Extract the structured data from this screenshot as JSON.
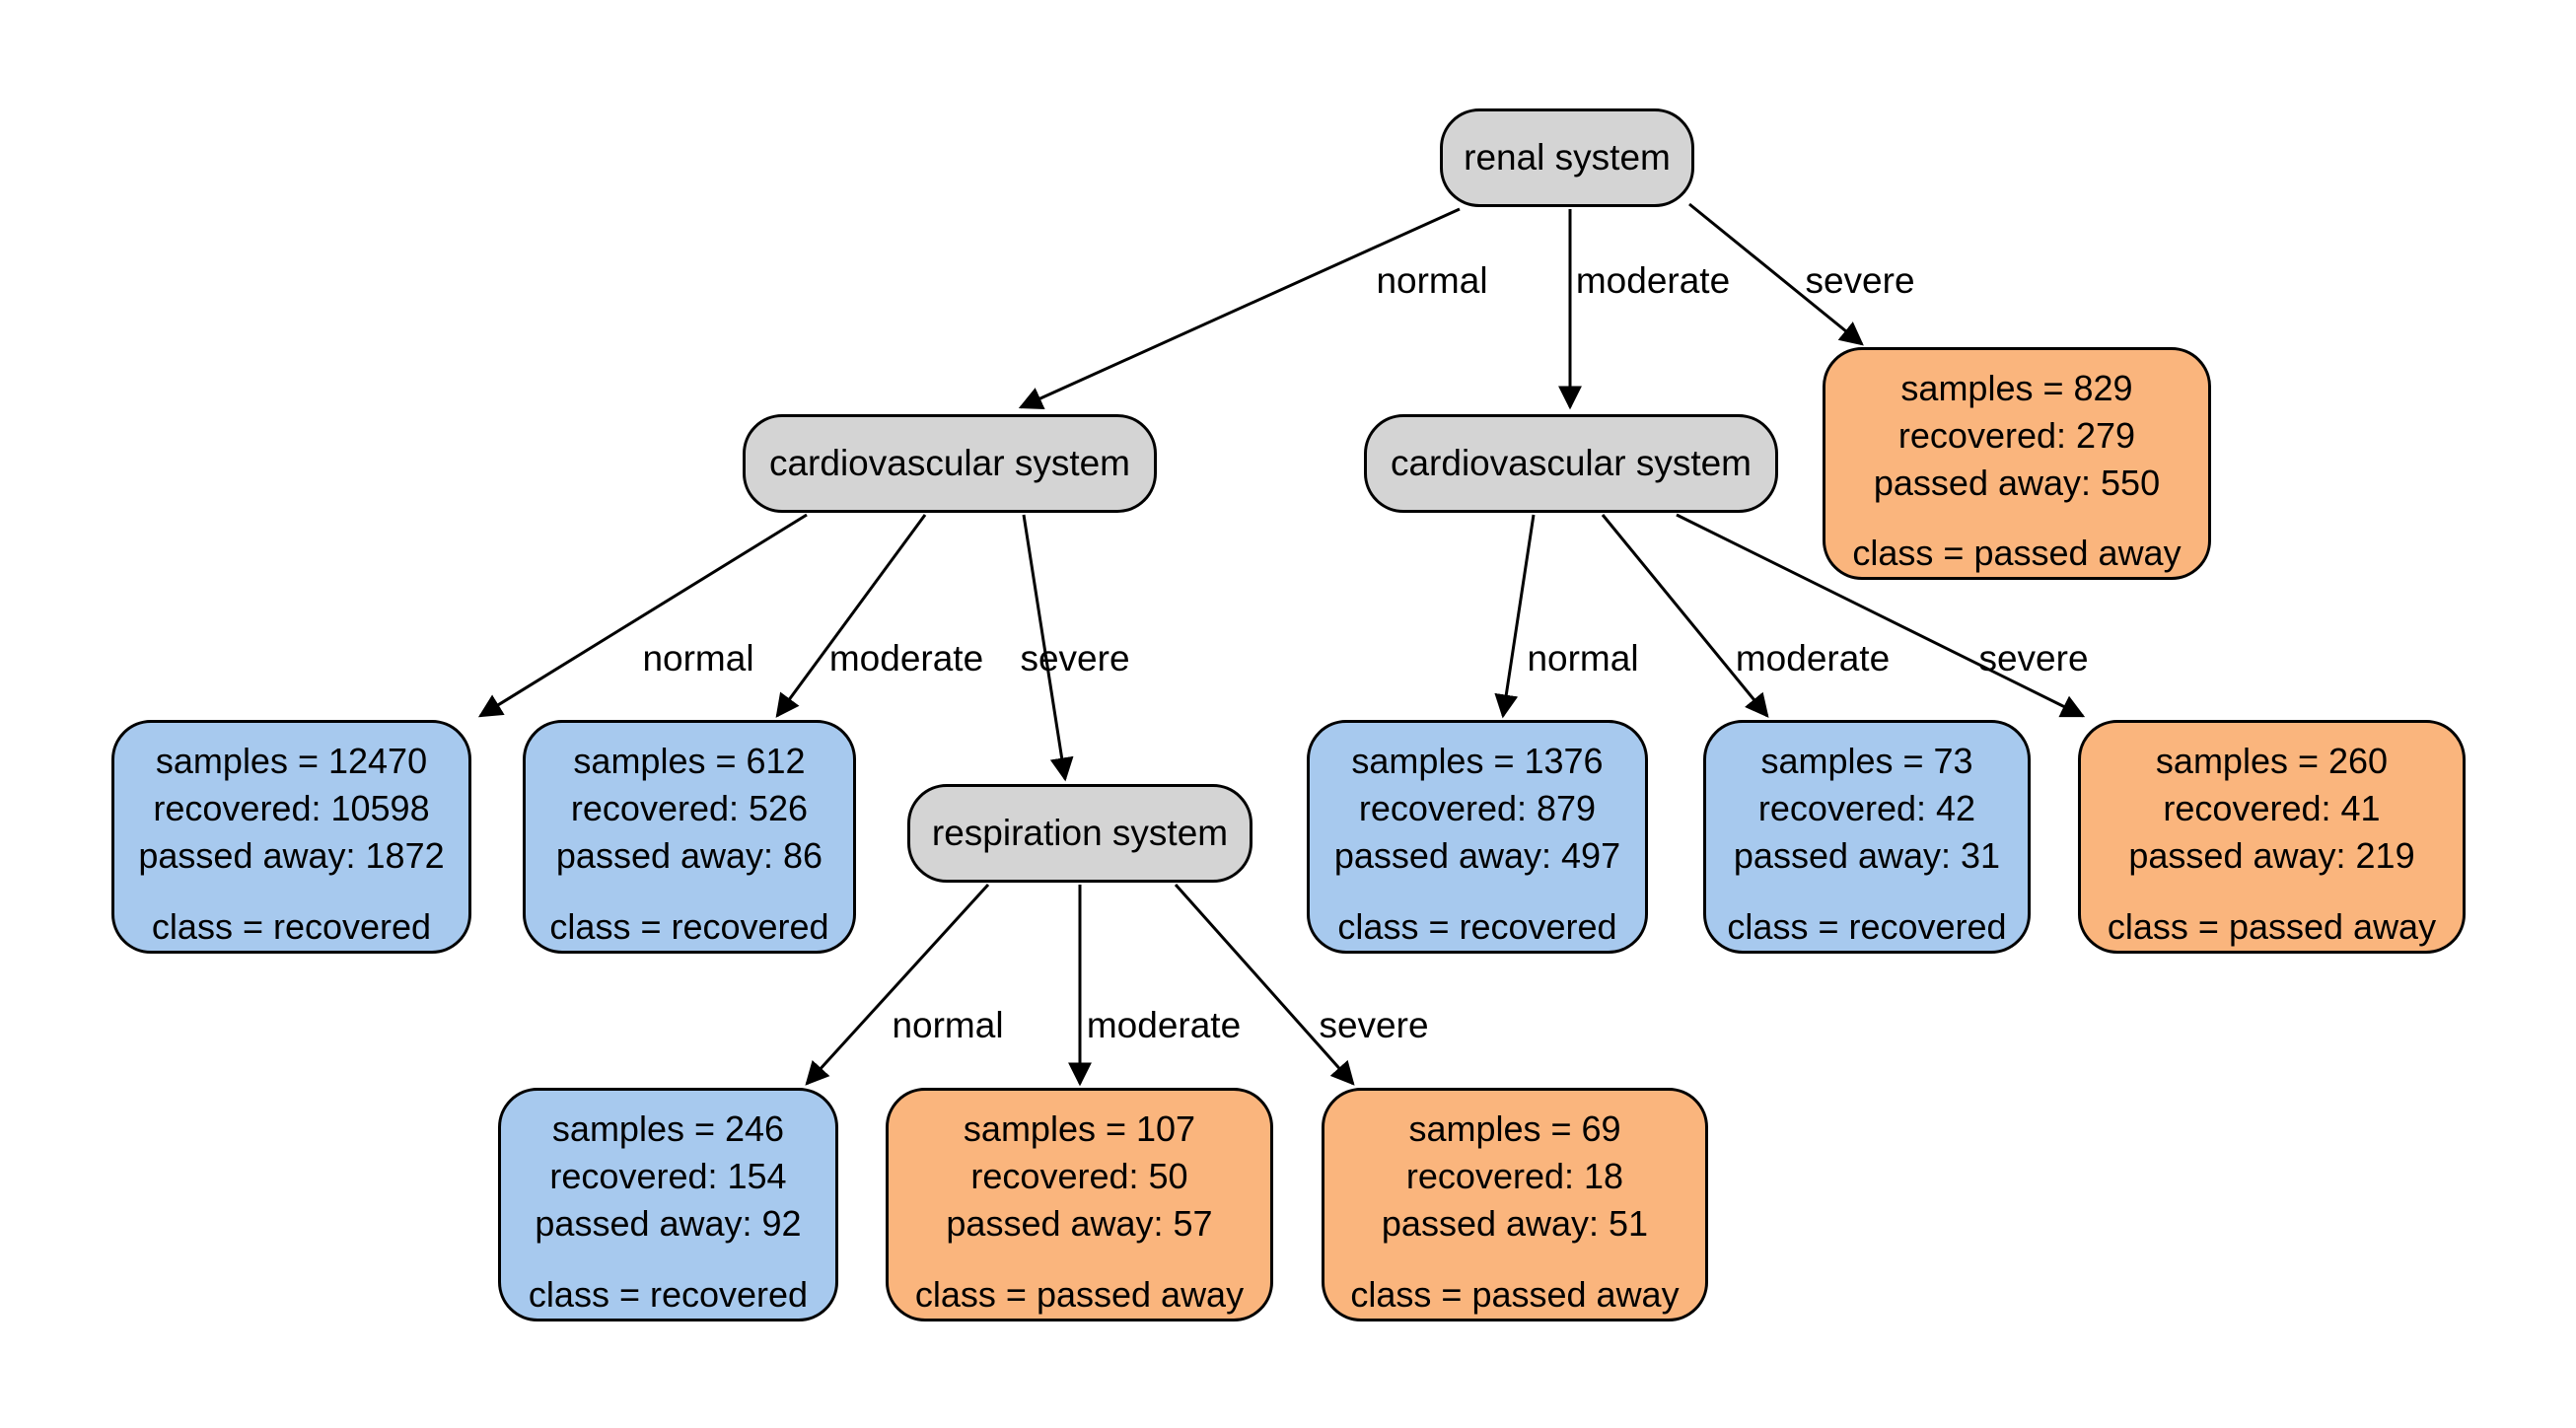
{
  "diagram": {
    "type": "decision-tree",
    "colors": {
      "decision_fill": "#d4d4d4",
      "recovered_leaf_fill": "#a7c9ee",
      "passed_away_leaf_fill": "#fab57d",
      "border": "#000000",
      "background": "#ffffff"
    },
    "nodes": {
      "root": {
        "label": "renal system"
      },
      "cardio_left": {
        "label": "cardiovascular system"
      },
      "cardio_right": {
        "label": "cardiovascular system"
      },
      "respiration": {
        "label": "respiration system"
      }
    },
    "leaves": {
      "renal_severe": {
        "samples": "samples = 829",
        "recovered": "recovered: 279",
        "passed_away": "passed away: 550",
        "class_line": "class = passed away"
      },
      "cardio_left_normal": {
        "samples": "samples = 12470",
        "recovered": "recovered: 10598",
        "passed_away": "passed away: 1872",
        "class_line": "class = recovered"
      },
      "cardio_left_moderate": {
        "samples": "samples = 612",
        "recovered": "recovered: 526",
        "passed_away": "passed away: 86",
        "class_line": "class = recovered"
      },
      "cardio_right_normal": {
        "samples": "samples = 1376",
        "recovered": "recovered: 879",
        "passed_away": "passed away: 497",
        "class_line": "class = recovered"
      },
      "cardio_right_moderate": {
        "samples": "samples = 73",
        "recovered": "recovered: 42",
        "passed_away": "passed away: 31",
        "class_line": "class = recovered"
      },
      "cardio_right_severe": {
        "samples": "samples = 260",
        "recovered": "recovered: 41",
        "passed_away": "passed away: 219",
        "class_line": "class = passed away"
      },
      "resp_normal": {
        "samples": "samples = 246",
        "recovered": "recovered: 154",
        "passed_away": "passed away: 92",
        "class_line": "class = recovered"
      },
      "resp_moderate": {
        "samples": "samples = 107",
        "recovered": "recovered: 50",
        "passed_away": "passed away: 57",
        "class_line": "class = passed away"
      },
      "resp_severe": {
        "samples": "samples = 69",
        "recovered": "recovered: 18",
        "passed_away": "passed away: 51",
        "class_line": "class = passed away"
      }
    },
    "edge_labels": {
      "root_normal": "normal",
      "root_moderate": "moderate",
      "root_severe": "severe",
      "cardio_left_normal": "normal",
      "cardio_left_moderate": "moderate",
      "cardio_left_severe": "severe",
      "cardio_right_normal": "normal",
      "cardio_right_moderate": "moderate",
      "cardio_right_severe": "severe",
      "resp_normal": "normal",
      "resp_moderate": "moderate",
      "resp_severe": "severe"
    }
  }
}
